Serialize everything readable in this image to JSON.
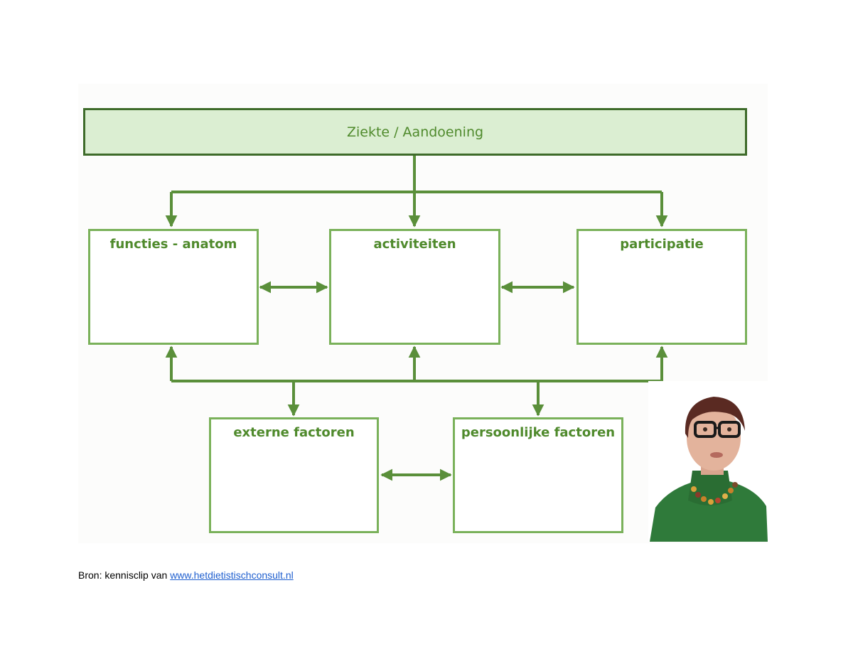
{
  "diagram": {
    "top": {
      "label": "Ziekte / Aandoening"
    },
    "boxes": {
      "functies": "functies - anatom",
      "activiteiten": "activiteiten",
      "participatie": "participatie",
      "externe": "externe factoren",
      "persoonlijke": "persoonlijke factoren"
    },
    "colors": {
      "line": "#5a8f3a",
      "box_border": "#7ab15a",
      "top_border": "#3e6b2a",
      "top_fill": "#dbeed2",
      "label": "#4f8a2c"
    }
  },
  "presenter": {
    "icon": "presenter-video-icon"
  },
  "source": {
    "prefix": "Bron: kennisclip van ",
    "link_text": "www.hetdietistischconsult.nl"
  }
}
